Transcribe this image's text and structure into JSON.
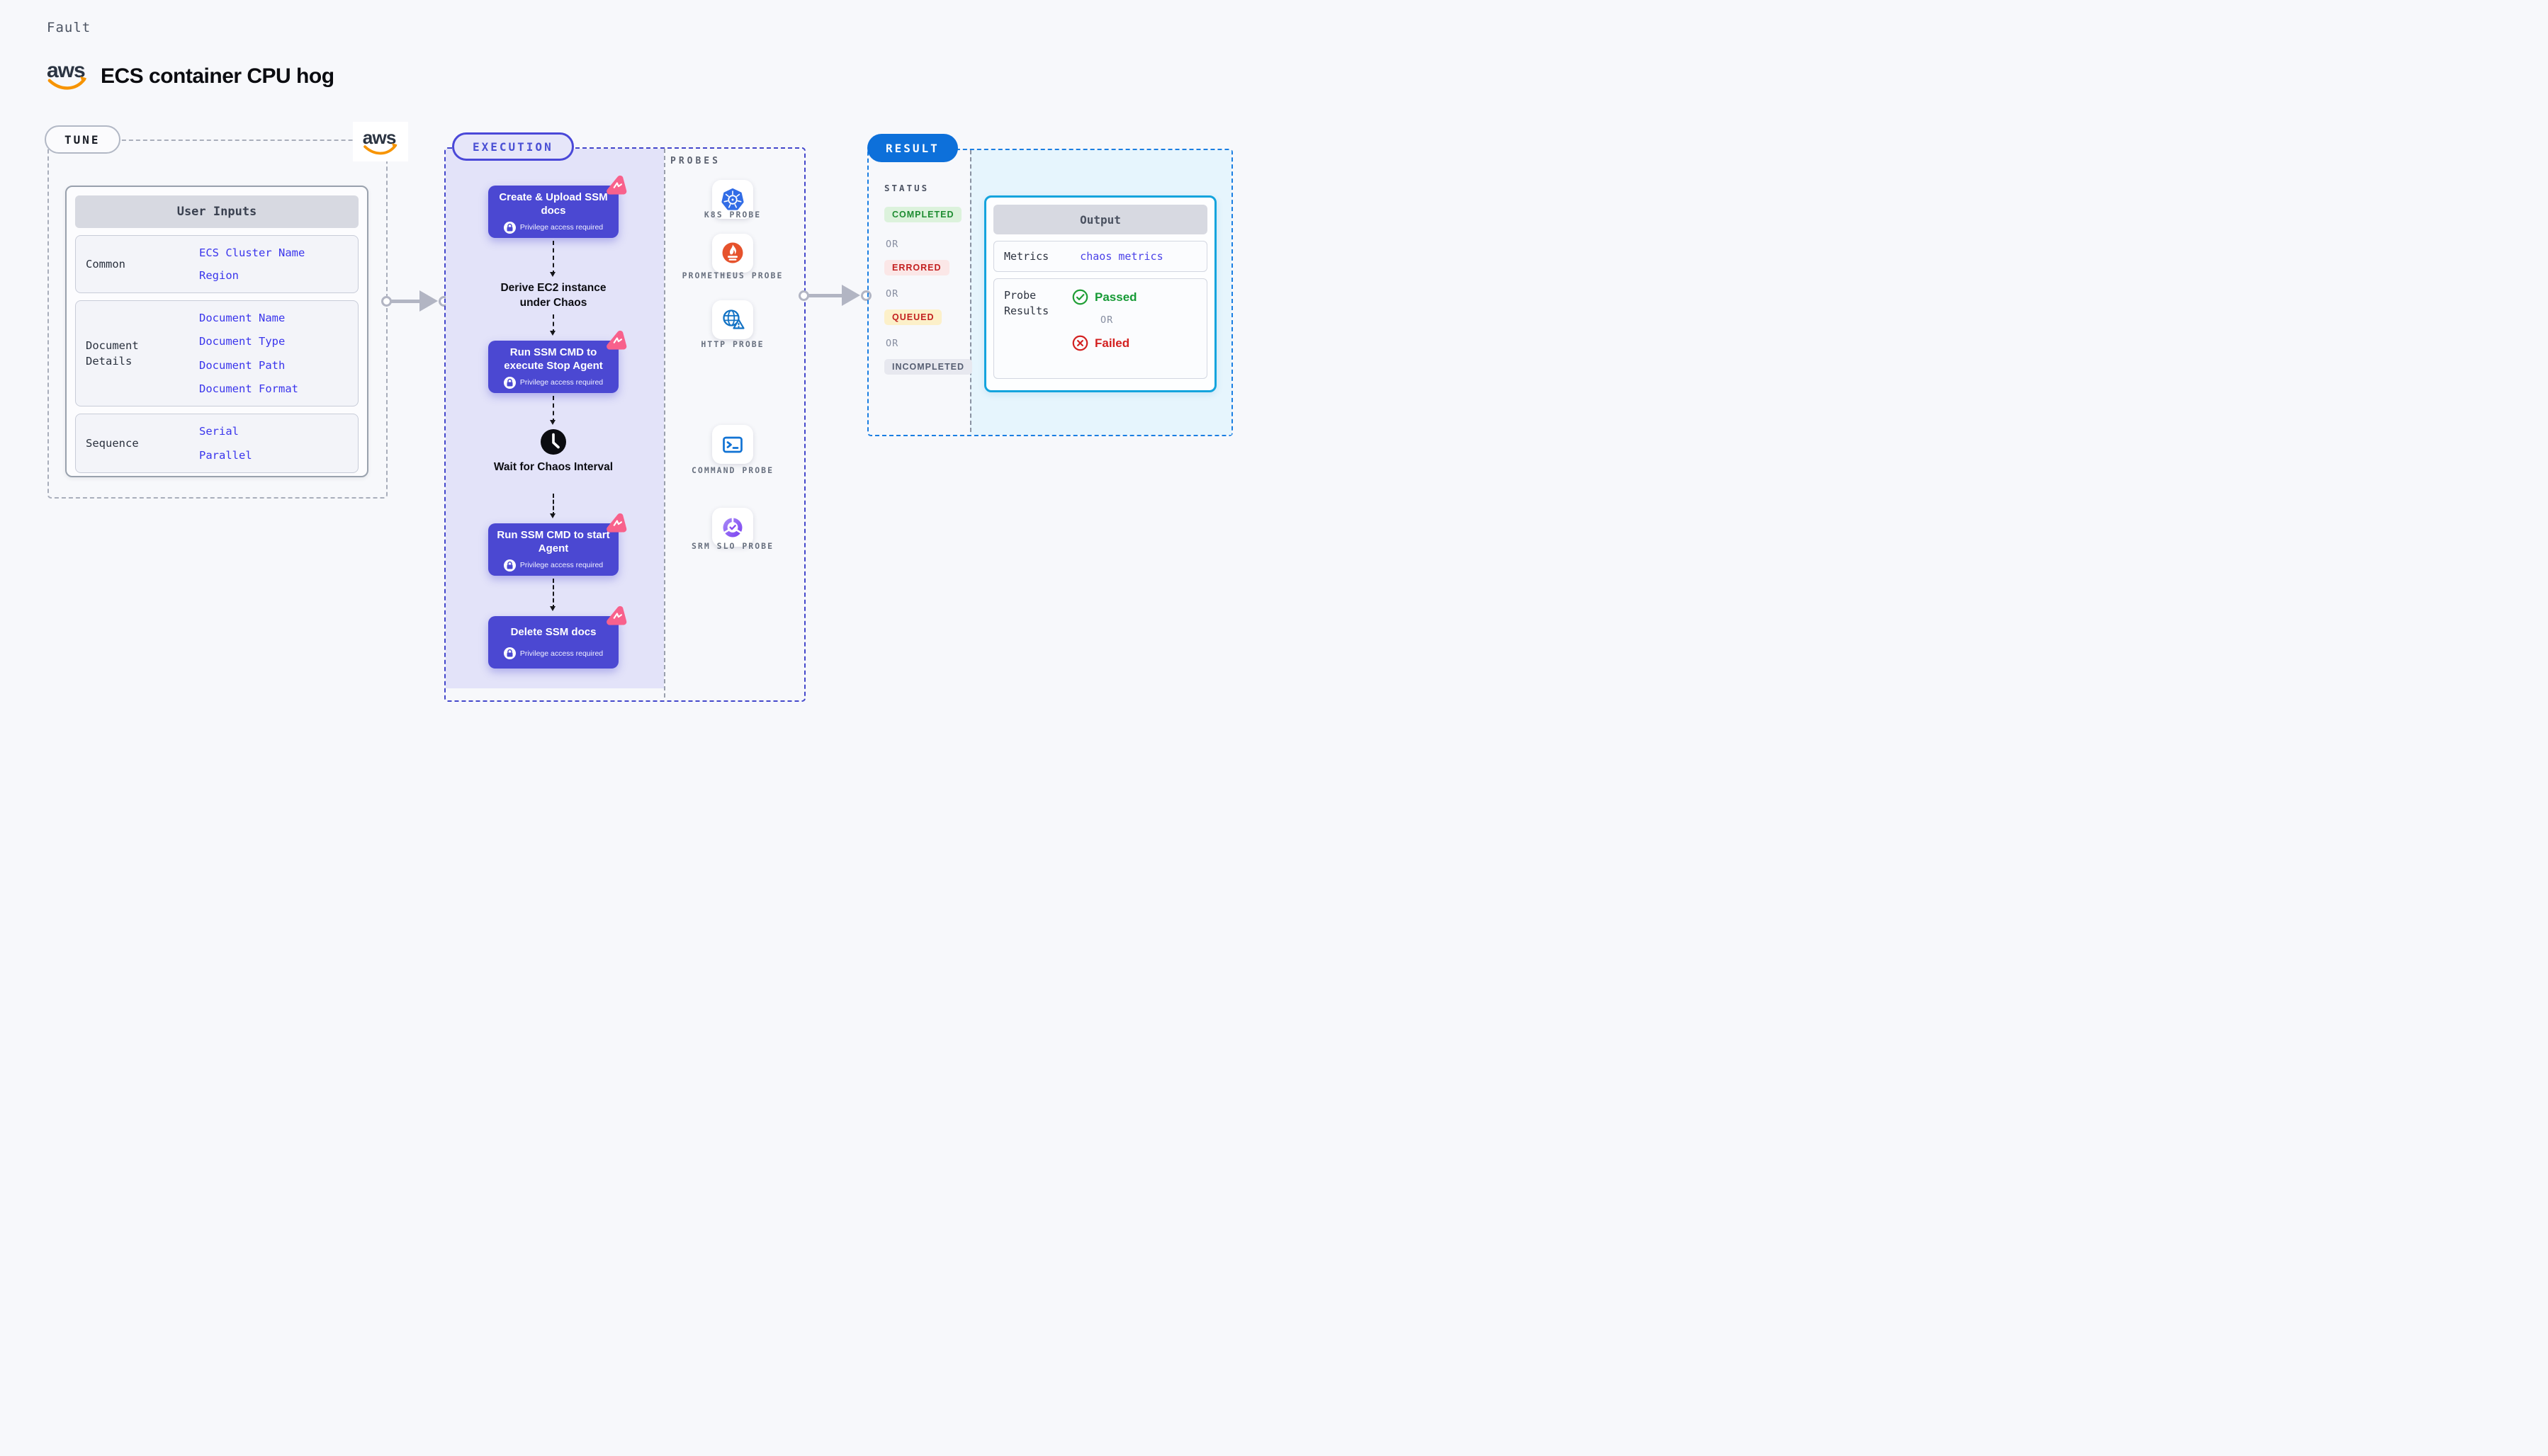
{
  "page": {
    "fault_label": "Fault",
    "title": "ECS container CPU hog"
  },
  "colors": {
    "accent_indigo": "#4b48d2",
    "execution_dash": "#4347cb",
    "purple_bg": "#e3e3f9",
    "tune_dash": "#a9aebb",
    "result_pill_blue": "#0d70da",
    "result_dash": "#1a7ee2",
    "output_border_cyan": "#14a4dd",
    "cyan_bg": "#e6f5fd",
    "value_blue": "#3a35ec",
    "chaos_pink": "#f8618c",
    "aws_orange": "#f79400",
    "completed_fg": "#1d8c31",
    "completed_bg": "#dcf2dc",
    "errored_fg": "#c32020",
    "errored_bg": "#fbe7e7",
    "queued_fg": "#c32020",
    "queued_bg": "#fcf0c9",
    "incompleted_fg": "#565e72",
    "incompleted_bg": "#e7e8ef",
    "passed_green": "#169a35",
    "failed_red": "#d32020"
  },
  "tune": {
    "badge": "TUNE",
    "user_inputs": {
      "header": "User Inputs",
      "rows": [
        {
          "label": "Common",
          "values": [
            "ECS Cluster Name",
            "Region"
          ]
        },
        {
          "label": "Document Details",
          "values": [
            "Document Name",
            "Document Type",
            "Document Path",
            "Document Format"
          ]
        },
        {
          "label": "Sequence",
          "values": [
            "Serial",
            "Parallel"
          ]
        }
      ]
    }
  },
  "execution": {
    "badge": "EXECUTION",
    "nodes": [
      {
        "title": "Create & Upload SSM docs",
        "note": "Privilege access required"
      },
      {
        "title": "Run SSM CMD to execute Stop Agent",
        "note": "Privilege access required"
      },
      {
        "title": "Run SSM CMD to start Agent",
        "note": "Privilege access required"
      },
      {
        "title": "Delete SSM docs",
        "note": "Privilege access required"
      }
    ],
    "text_steps": {
      "derive": "Derive EC2 instance under Chaos",
      "wait": "Wait for Chaos Interval"
    },
    "probes": {
      "label": "PROBES",
      "items": [
        {
          "name": "K8S PROBE",
          "icon": "kubernetes-icon"
        },
        {
          "name": "PROMETHEUS PROBE",
          "icon": "prometheus-icon"
        },
        {
          "name": "HTTP PROBE",
          "icon": "globe-alert-icon"
        },
        {
          "name": "COMMAND PROBE",
          "icon": "terminal-icon"
        },
        {
          "name": "SRM SLO PROBE",
          "icon": "slo-donut-icon"
        }
      ]
    }
  },
  "result": {
    "badge": "RESULT",
    "status": {
      "label": "STATUS",
      "or": "OR",
      "options": [
        {
          "label": "COMPLETED"
        },
        {
          "label": "ERRORED"
        },
        {
          "label": "QUEUED"
        },
        {
          "label": "INCOMPLETED"
        }
      ]
    },
    "output": {
      "header": "Output",
      "metrics_label": "Metrics",
      "metrics_value": "chaos metrics",
      "probe_results_label": "Probe Results",
      "passed": "Passed",
      "or": "OR",
      "failed": "Failed"
    }
  }
}
